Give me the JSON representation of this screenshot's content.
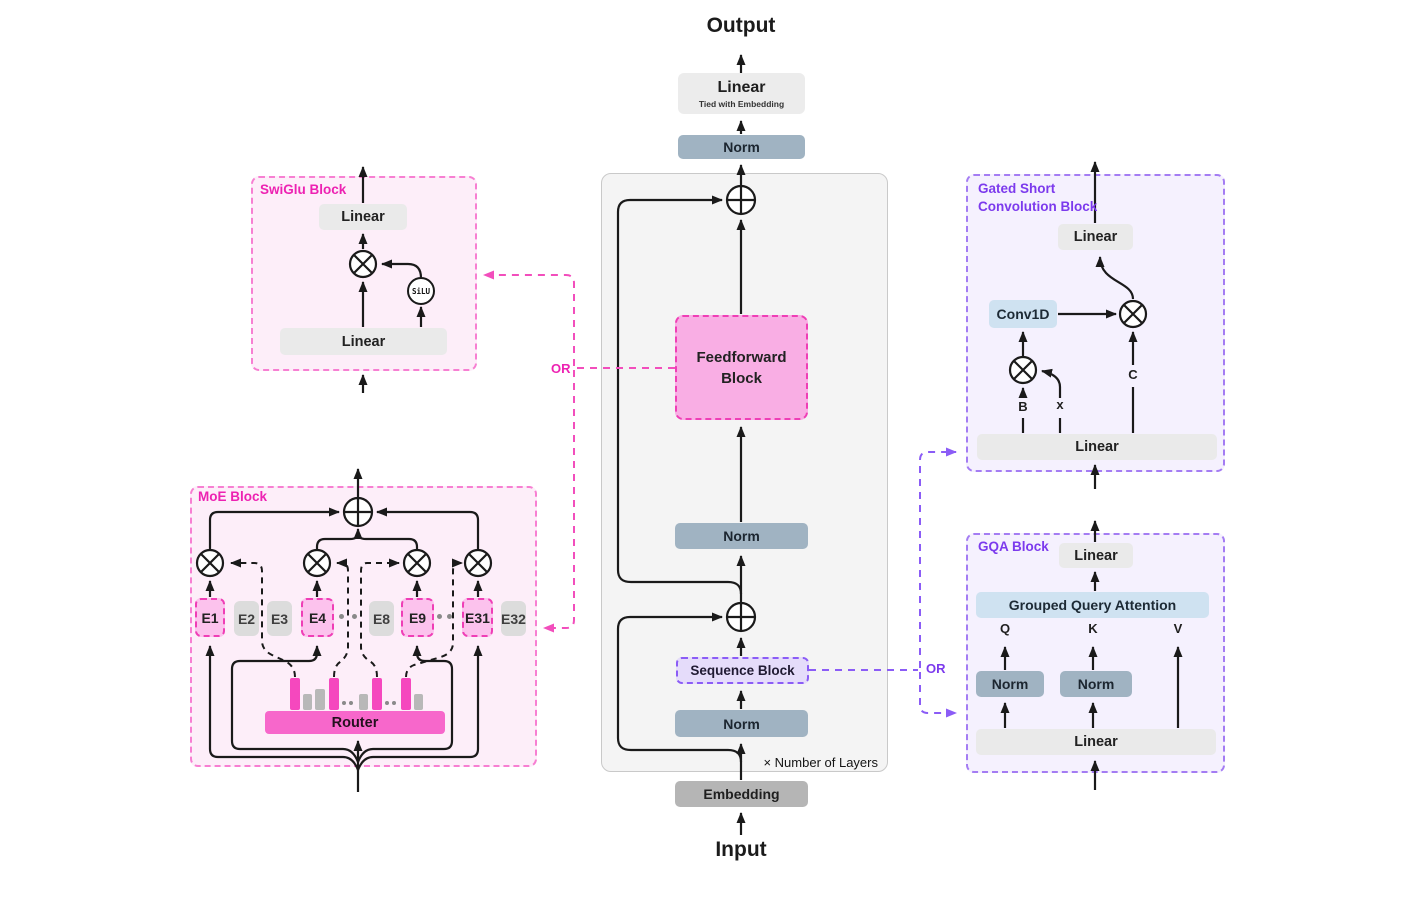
{
  "titles": {
    "output": "Output",
    "input": "Input"
  },
  "center": {
    "linear_tied_title": "Linear",
    "linear_tied_sub": "Tied with Embedding",
    "norm_top": "Norm",
    "ff_line1": "Feedforward",
    "ff_line2": "Block",
    "norm_mid": "Norm",
    "sequence": "Sequence Block",
    "norm_bottom": "Norm",
    "layers_note": "× Number of Layers",
    "embedding": "Embedding"
  },
  "or_labels": {
    "left": "OR",
    "right": "OR"
  },
  "swiglu": {
    "title": "SwiGlu Block",
    "linear_top": "Linear",
    "silu": "SiLU",
    "linear_bottom": "Linear"
  },
  "moe": {
    "title": "MoE Block",
    "router": "Router",
    "experts": [
      {
        "label": "E1",
        "selected": true
      },
      {
        "label": "E2",
        "selected": false
      },
      {
        "label": "E3",
        "selected": false
      },
      {
        "label": "E4",
        "selected": true
      },
      {
        "label": "E8",
        "selected": false
      },
      {
        "label": "E9",
        "selected": true
      },
      {
        "label": "E31",
        "selected": true
      },
      {
        "label": "E32",
        "selected": false
      }
    ],
    "router_bars": [
      {
        "h": 32,
        "selected": true
      },
      {
        "h": 16,
        "selected": false
      },
      {
        "h": 21,
        "selected": false
      },
      {
        "h": 32,
        "selected": true
      },
      {
        "h": 16,
        "selected": false
      },
      {
        "h": 32,
        "selected": true
      },
      {
        "h": 32,
        "selected": true
      },
      {
        "h": 16,
        "selected": false
      }
    ]
  },
  "gated_conv": {
    "title_line1": "Gated Short",
    "title_line2": "Convolution Block",
    "linear_top": "Linear",
    "conv": "Conv1D",
    "gate_b": "B",
    "gate_x": "x",
    "gate_c": "C",
    "linear_bottom": "Linear"
  },
  "gqa": {
    "title": "GQA Block",
    "linear_top": "Linear",
    "attention": "Grouped Query Attention",
    "q": "Q",
    "k": "K",
    "v": "V",
    "norm_q": "Norm",
    "norm_k": "Norm",
    "linear_bottom": "Linear"
  },
  "colors": {
    "pink_accent": "#ef3eb6",
    "pink_dashed_border": "#f77fd2",
    "purple_accent": "#8b5cf6",
    "purple_title": "#7c3aed",
    "norm_fill": "#a0b3c2",
    "lightblue_fill": "#cfe2f1",
    "router_fill": "#f767cb",
    "bar_pink": "#f548be",
    "bar_gray": "#b8b8b8",
    "line_black": "#1a1a1a"
  }
}
